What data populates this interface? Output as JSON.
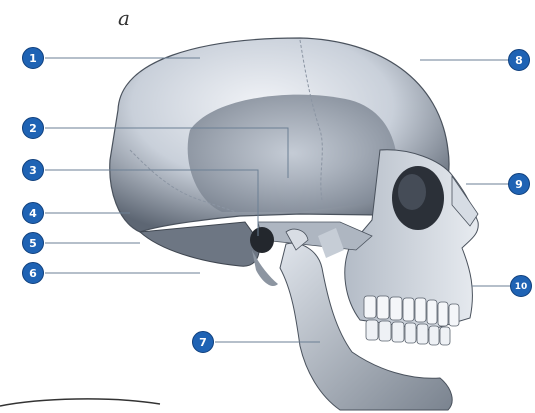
{
  "figure": {
    "panel_letter": "a"
  },
  "labels": [
    {
      "number": "1"
    },
    {
      "number": "2"
    },
    {
      "number": "3"
    },
    {
      "number": "4"
    },
    {
      "number": "5"
    },
    {
      "number": "6"
    },
    {
      "number": "7"
    },
    {
      "number": "8"
    },
    {
      "number": "9"
    },
    {
      "number": "10"
    }
  ],
  "colors": {
    "marker": "#1f63b4",
    "leader_line": "#6b7f94",
    "bone_light": "#e6eaf0",
    "bone_shadow": "#6e7784"
  }
}
